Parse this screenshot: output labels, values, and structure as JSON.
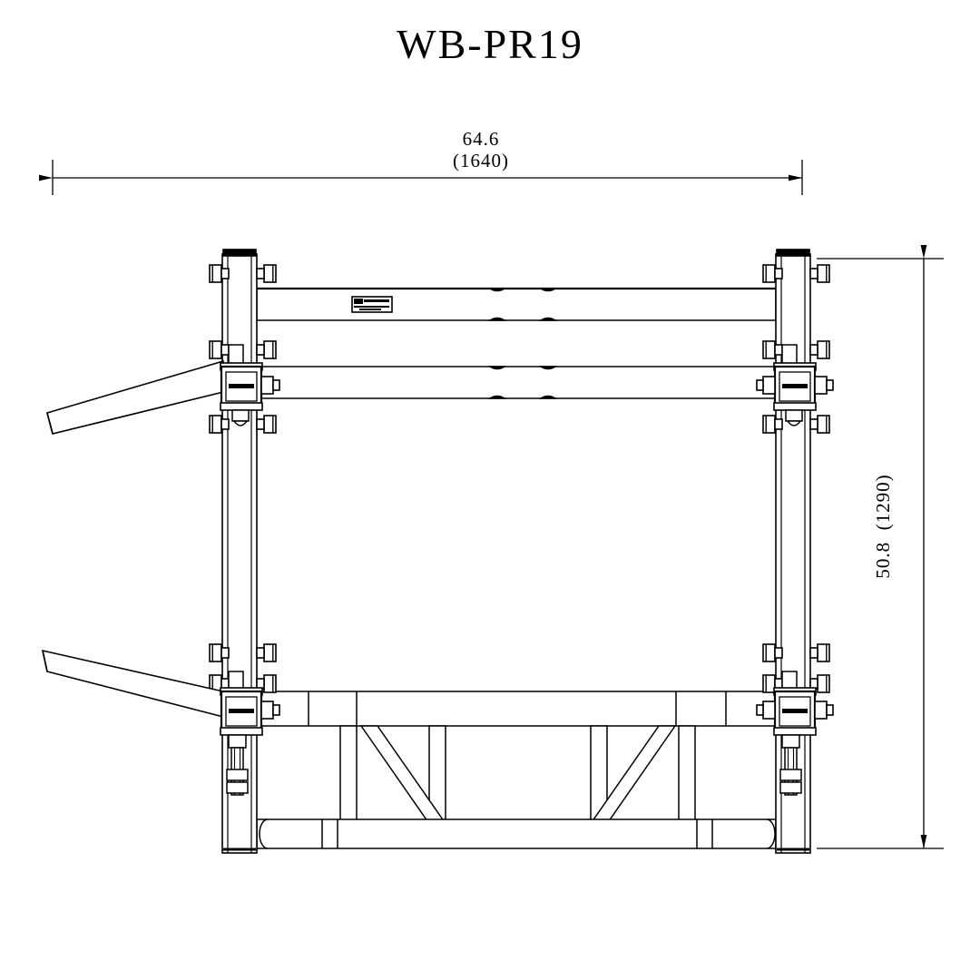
{
  "drawing": {
    "title": "WB-PR19",
    "type": "mechanical-elevation-drawing",
    "background_color": "#ffffff",
    "line_color": "#000000"
  },
  "dimensions": {
    "width": {
      "name": "overall-width",
      "value_inch": "64.6",
      "value_mm": "(1640)",
      "orientation": "horizontal",
      "position": "top"
    },
    "height": {
      "name": "overall-height",
      "value_inch": "50.8",
      "value_mm": "(1290)",
      "orientation": "vertical",
      "position": "right"
    }
  },
  "labels": {
    "rail_sticker": "",
    "bracket_text": ""
  }
}
